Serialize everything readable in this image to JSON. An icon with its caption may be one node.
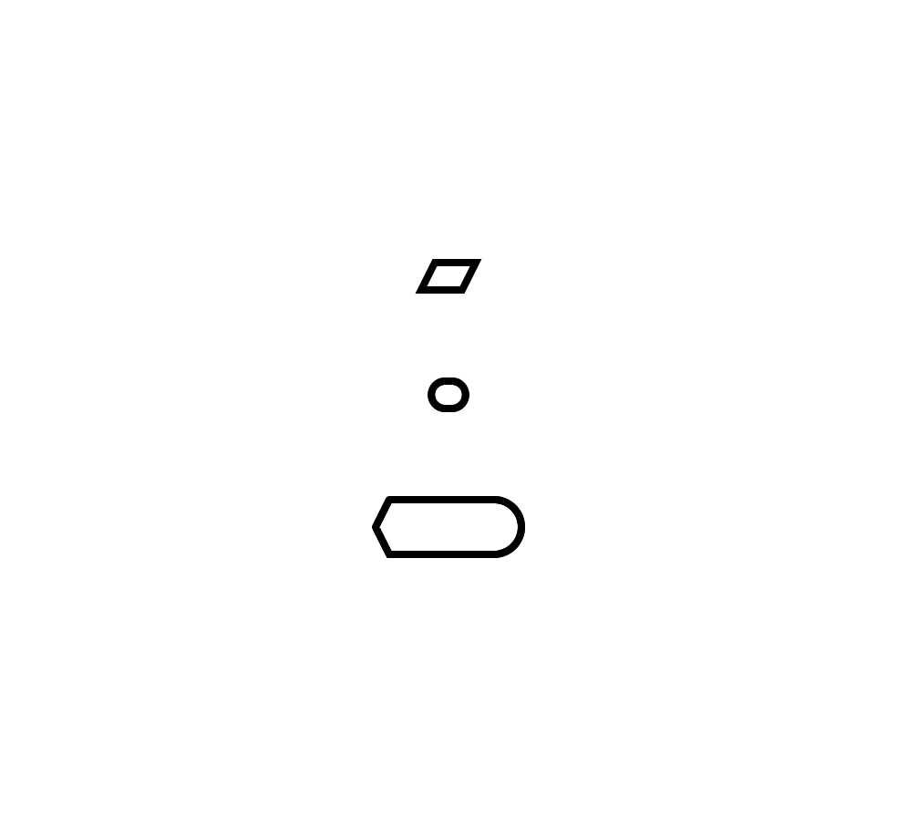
{
  "diagram": {
    "nodes": [
      {
        "text": [],
        "shape": "parallelogram"
      },
      {
        "text": [],
        "shape": "stadium"
      },
      {
        "text": [],
        "shape": "display"
      }
    ]
  }
}
